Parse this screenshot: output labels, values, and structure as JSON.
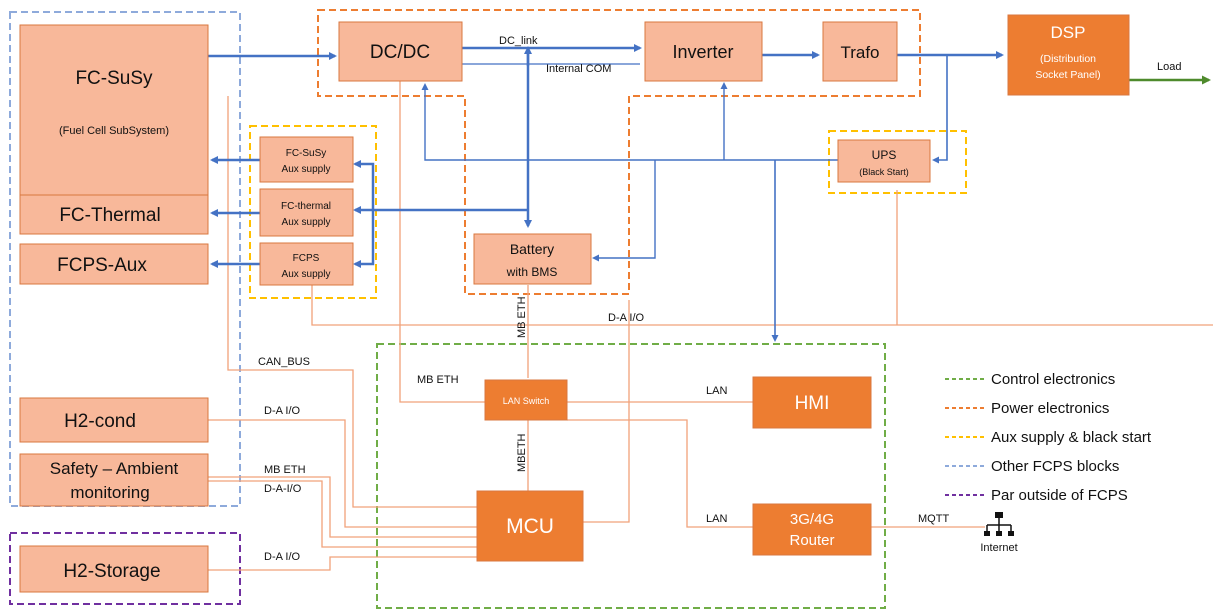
{
  "colors": {
    "block_light_fill": "#f8b89a",
    "block_light_stroke": "#d9773f",
    "block_dark_fill": "#ed7d31",
    "power_arrow": "#4472c4",
    "signal_line": "#f1a27a",
    "load_arrow": "#4e8a2c",
    "control_group": "#70ad47",
    "power_group": "#ed7d31",
    "aux_group": "#ffc000",
    "other_group": "#8eaadb",
    "outside_group": "#7030a0"
  },
  "blocks": {
    "fc_susy_title": "FC-SuSy",
    "fc_susy_subtitle": "(Fuel Cell SubSystem)",
    "fc_thermal": "FC-Thermal",
    "fcps_aux": "FCPS-Aux",
    "h2_cond": "H2-cond",
    "safety_line1": "Safety – Ambient",
    "safety_line2": "monitoring",
    "h2_storage": "H2-Storage",
    "aux1_line1": "FC-SuSy",
    "aux1_line2": "Aux supply",
    "aux2_line1": "FC-thermal",
    "aux2_line2": "Aux supply",
    "aux3_line1": "FCPS",
    "aux3_line2": "Aux supply",
    "dcdc": "DC/DC",
    "inverter": "Inverter",
    "trafo": "Trafo",
    "dsp_title": "DSP",
    "dsp_line1": "(Distribution",
    "dsp_line2": "Socket Panel)",
    "ups_title": "UPS",
    "ups_sub": "(Black Start)",
    "battery_line1": "Battery",
    "battery_line2": "with BMS",
    "lan_switch": "LAN Switch",
    "hmi": "HMI",
    "mcu": "MCU",
    "router_line1": "3G/4G",
    "router_line2": "Router"
  },
  "labels": {
    "dc_link": "DC_link",
    "internal_com": "Internal COM",
    "load": "Load",
    "mb_eth_vertical_top": "MB ETH",
    "d_a_io_top": "D-A I/O",
    "can_bus": "CAN_BUS",
    "mb_eth_switch": "MB ETH",
    "lan_hmi": "LAN",
    "mbeth_vertical": "MBETH",
    "d_a_io_h2cond": "D-A I/O",
    "mb_eth_safety": "MB ETH",
    "d_a_io_safety": "D-A-I/O",
    "lan_router": "LAN",
    "mqtt": "MQTT",
    "internet": "Internet",
    "d_a_io_storage": "D-A I/O"
  },
  "legend": [
    {
      "label": "Control electronics",
      "color": "#70ad47"
    },
    {
      "label": "Power electronics",
      "color": "#ed7d31"
    },
    {
      "label": "Aux supply & black start",
      "color": "#ffc000"
    },
    {
      "label": "Other FCPS blocks",
      "color": "#8eaadb"
    },
    {
      "label": "Par outside of FCPS",
      "color": "#7030a0"
    }
  ],
  "icons": {
    "internet": "network-icon"
  }
}
